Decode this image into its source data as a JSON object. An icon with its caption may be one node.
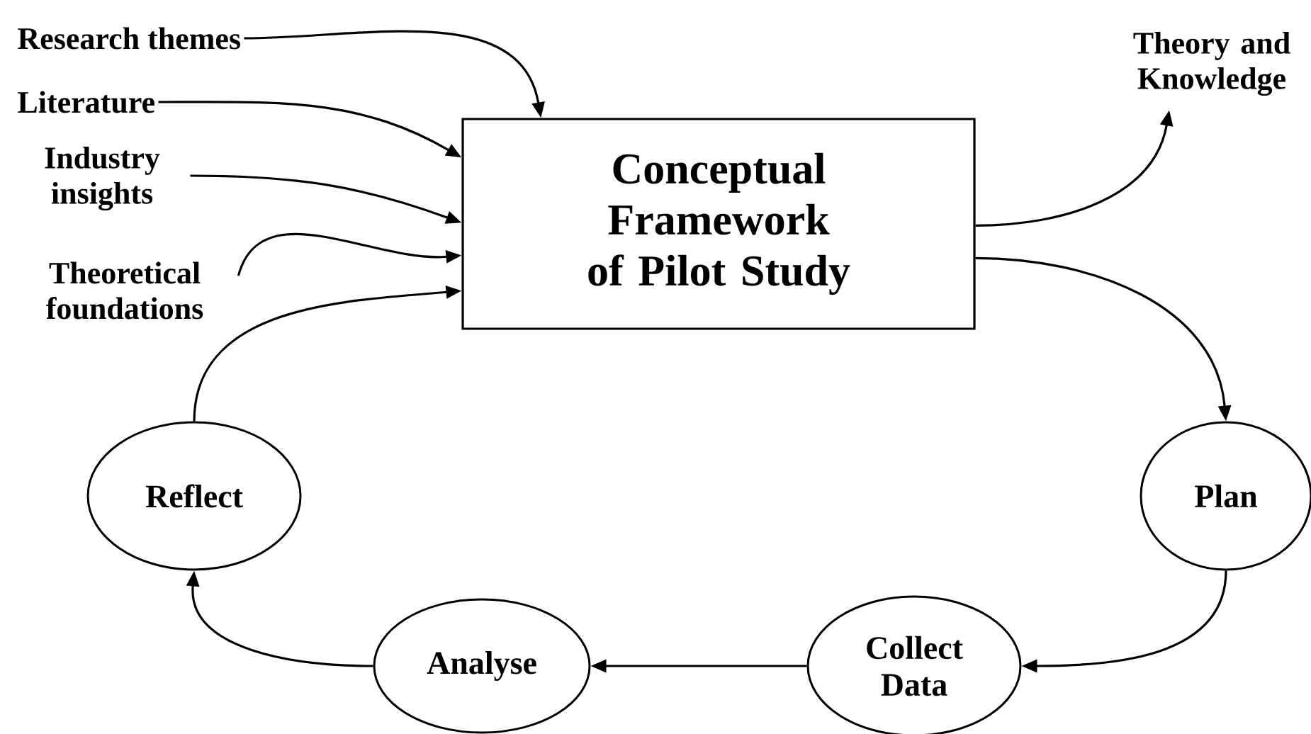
{
  "diagram": {
    "nodes": [
      {
        "text": [
          "Research themes"
        ]
      },
      {
        "text": [
          "Literature"
        ]
      },
      {
        "text": [
          "Industry insights"
        ]
      },
      {
        "text": [
          "Theoretical foundations"
        ]
      },
      {
        "text": [
          "Conceptual Framework of Pilot Study"
        ]
      },
      {
        "text": [
          "Theory and Knowledge"
        ]
      },
      {
        "text": [
          "Reflect"
        ]
      },
      {
        "text": [
          "Plan"
        ]
      },
      {
        "text": [
          "Collect Data"
        ]
      },
      {
        "text": [
          "Analyse"
        ]
      }
    ],
    "edges": [
      {
        "from": 0,
        "to": 4,
        "arrow": "to"
      },
      {
        "from": 1,
        "to": 4,
        "arrow": "to"
      },
      {
        "from": 2,
        "to": 4,
        "arrow": "to"
      },
      {
        "from": 3,
        "to": 4,
        "arrow": "to"
      },
      {
        "from": 4,
        "to": 5,
        "arrow": "to"
      },
      {
        "from": 4,
        "to": 7,
        "arrow": "to"
      },
      {
        "from": 7,
        "to": 8,
        "arrow": "to"
      },
      {
        "from": 8,
        "to": 9,
        "arrow": "to"
      },
      {
        "from": 9,
        "to": 6,
        "arrow": "to"
      },
      {
        "from": 6,
        "to": 4,
        "arrow": "to"
      }
    ]
  }
}
